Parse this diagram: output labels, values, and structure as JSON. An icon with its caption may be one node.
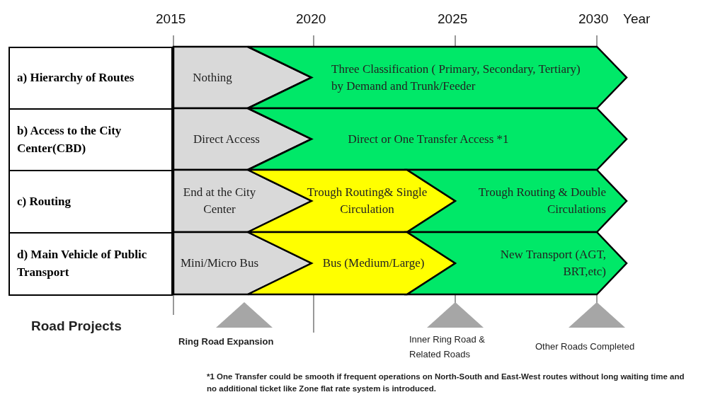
{
  "diagram": {
    "nodes": [
      {
        "text": [
          "a) Hierarchy of Routes"
        ]
      },
      {
        "text": [
          "Nothing"
        ]
      },
      {
        "text": [
          "Three Classification ( Primary, Secondary, Tertiary) by Demand and Trunk/Feeder"
        ]
      },
      {
        "text": [
          "b) Access to the City Center(CBD)"
        ]
      },
      {
        "text": [
          "Direct Access"
        ]
      },
      {
        "text": [
          "Direct or One Transfer Access *1"
        ]
      },
      {
        "text": [
          "c) Routing"
        ]
      },
      {
        "text": [
          "End at the City Center"
        ]
      },
      {
        "text": [
          "Trough Routing& Single Circulation"
        ]
      },
      {
        "text": [
          "Trough Routing & Double Circulations"
        ]
      },
      {
        "text": [
          "d) Main Vehicle of Public Transport"
        ]
      },
      {
        "text": [
          "Mini/Micro Bus"
        ]
      },
      {
        "text": [
          "Bus (Medium/Large)"
        ]
      },
      {
        "text": [
          "New Transport (AGT, BRT,etc)"
        ]
      }
    ],
    "edges": [],
    "labels": [
      "2015",
      "2020",
      "2025",
      "2030",
      "Year",
      "Road Projects",
      "Ring Road Expansion",
      "Inner Ring Road & Related Roads",
      "Other Roads Completed",
      "*1 One Transfer could be smooth if frequent operations on North-South and East-West routes without long waiting time and no additional ticket like Zone flat rate system is introduced."
    ]
  }
}
